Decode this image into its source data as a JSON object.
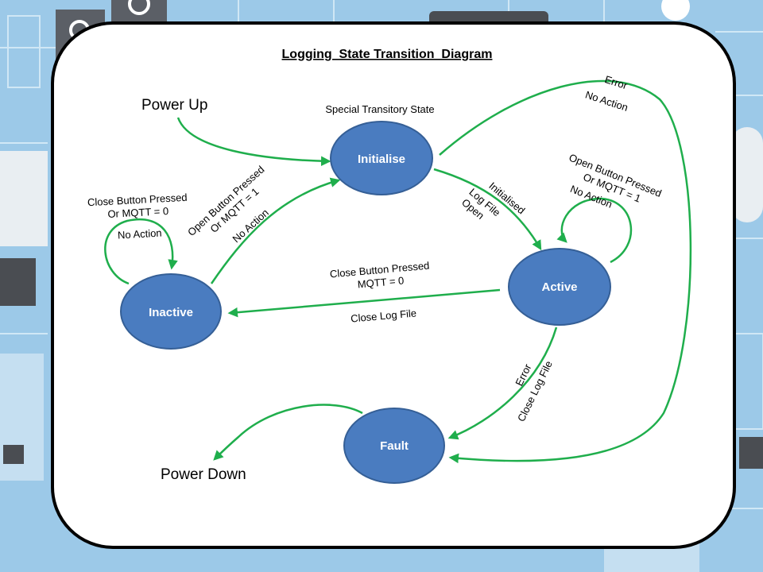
{
  "title": "Logging  State Transition  Diagram",
  "subtitle": "Special Transitory State",
  "terminals": {
    "start": "Power Up",
    "end": "Power Down"
  },
  "states": {
    "initialise": "Initialise",
    "inactive": "Inactive",
    "active": "Active",
    "fault": "Fault"
  },
  "transitions": {
    "inactive_self": [
      "Close Button Pressed",
      "Or MQTT = 0",
      "No Action"
    ],
    "inactive_to_initialise": [
      "Open Button Pressed",
      "Or MQTT = 1",
      "No Action"
    ],
    "initialise_to_active": [
      "Initialised",
      "Log File",
      "Open"
    ],
    "active_self": [
      "Open Button Pressed",
      "Or MQTT = 1",
      "No Action"
    ],
    "active_to_inactive_top": [
      "Close Button Pressed",
      "MQTT = 0"
    ],
    "active_to_inactive_bottom": "Close Log File",
    "initialise_to_fault": [
      "Error",
      "No Action"
    ],
    "active_to_fault": [
      "Error",
      "Close Log File"
    ]
  },
  "colors": {
    "edge": "#1fae4c",
    "node_fill": "#4a7cc0",
    "background": "#9cc9e8"
  }
}
